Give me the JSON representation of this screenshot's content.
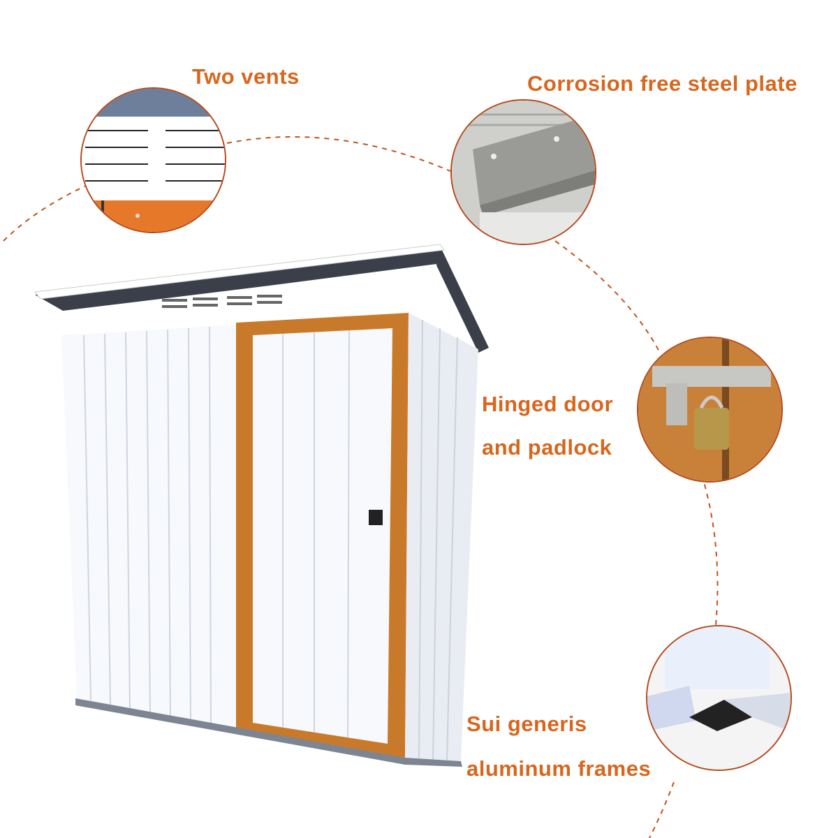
{
  "image": {
    "subject": "Metal storage shed with orange door frame",
    "accent_color": "#d8661c",
    "frame_color": "#c87a2a"
  },
  "callouts": [
    {
      "label": "Two vents",
      "detail": "vents-closeup"
    },
    {
      "label": "Corrosion free steel plate",
      "detail": "steel-plate-closeup"
    },
    {
      "label_line1": "Hinged door",
      "label_line2": "and padlock",
      "detail": "padlock-closeup"
    },
    {
      "label_line1": "Sui generis",
      "label_line2": "aluminum frames",
      "detail": "frame-corner-closeup"
    }
  ]
}
